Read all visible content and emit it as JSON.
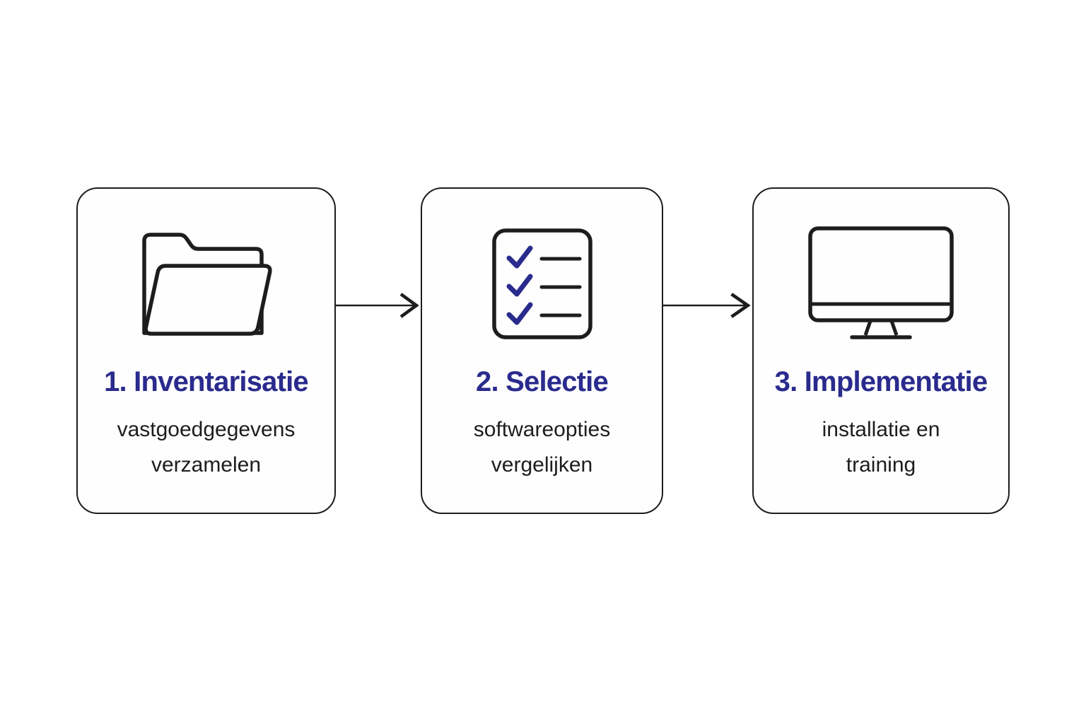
{
  "diagram": {
    "type": "process-flow",
    "language": "nl",
    "colors": {
      "accent_blue": "#2a2b8d",
      "outline_dark": "#1d1d1d",
      "text_dark": "#1d1d1d",
      "background": "#ffffff",
      "card_background": "#fefefe"
    },
    "connector": "arrow-right",
    "steps": [
      {
        "title": "1. Inventarisatie",
        "icon": "folder-icon",
        "lines": [
          "vastgoedgegevens",
          "verzamelen"
        ]
      },
      {
        "title": "2. Selectie",
        "icon": "checklist-icon",
        "lines": [
          "softwareopties",
          "vergelijken"
        ]
      },
      {
        "title": "3. Implementatie",
        "icon": "monitor-icon",
        "lines": [
          "installatie en",
          "training"
        ]
      }
    ]
  }
}
